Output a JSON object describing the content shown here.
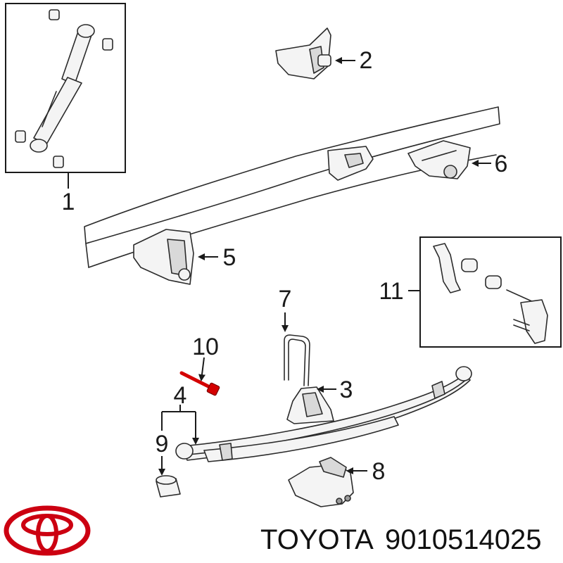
{
  "callouts": {
    "c1": "1",
    "c2": "2",
    "c3": "3",
    "c4": "4",
    "c5": "5",
    "c6": "6",
    "c7": "7",
    "c8": "8",
    "c9": "9",
    "c10": "10",
    "c11": "11"
  },
  "caption": {
    "brand": "TOYOTA",
    "part_number": "9010514025"
  },
  "colors": {
    "highlight": "#d40000",
    "logo": "#cc0011",
    "ink": "#1a1a1a"
  }
}
